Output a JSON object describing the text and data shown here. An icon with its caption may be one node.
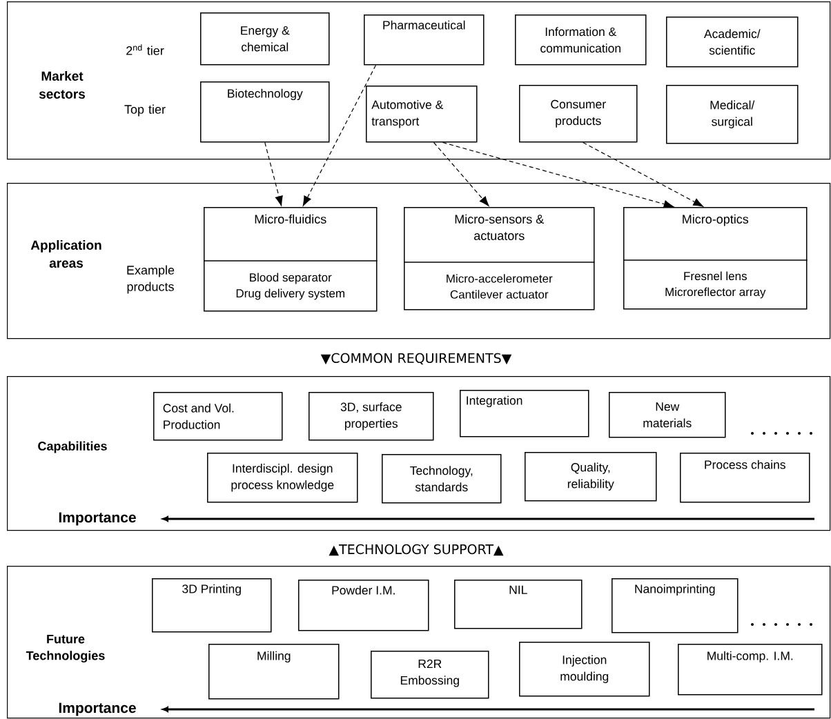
{
  "diagram": {
    "nodes": [
      {
        "text": [
          "Market sectors",
          "2$^{nd}$ tier",
          "Top tier"
        ]
      },
      {
        "text": [
          "Energy & chemical"
        ],
        "in": 0
      },
      {
        "text": [
          "Pharmaceutical"
        ],
        "in": 0
      },
      {
        "text": [
          "Information & communication"
        ],
        "in": 0
      },
      {
        "text": [
          "Academic/ scientific"
        ],
        "in": 0
      },
      {
        "text": [
          "Biotechnology"
        ],
        "in": 0
      },
      {
        "text": [
          "Automotive & transport"
        ],
        "in": 0
      },
      {
        "text": [
          "Consumer products"
        ],
        "in": 0
      },
      {
        "text": [
          "Medical/ surgical"
        ],
        "in": 0
      },
      {
        "text": [
          "Application areas",
          "Example products"
        ]
      },
      {
        "text": [
          "Micro-fluidics",
          "Blood separator",
          "Drug delivery system"
        ],
        "in": 9
      },
      {
        "text": [
          "Micro-sensors & actuators",
          "Micro-accelerometer",
          "Cantilever actuator"
        ],
        "in": 9
      },
      {
        "text": [
          "Micro-optics",
          "Fresnel lens",
          "Microreflector array"
        ],
        "in": 9
      },
      {
        "text": [
          "Capabilities",
          "Importance"
        ]
      },
      {
        "text": [
          "Cost and Vol. Production"
        ],
        "in": 13
      },
      {
        "text": [
          "3D, surface properties"
        ],
        "in": 13
      },
      {
        "text": [
          "Integration"
        ],
        "in": 13
      },
      {
        "text": [
          "New materials"
        ],
        "in": 13
      },
      {
        "text": [
          "Interdiscipl. design process knowledge"
        ],
        "in": 13
      },
      {
        "text": [
          "Technology, standards"
        ],
        "in": 13
      },
      {
        "text": [
          "Quality, reliability"
        ],
        "in": 13
      },
      {
        "text": [
          "Process chains"
        ],
        "in": 13
      },
      {
        "text": [
          "Future Technologies",
          "Importance"
        ]
      },
      {
        "text": [
          "3D Printing"
        ],
        "in": 22
      },
      {
        "text": [
          "Powder I.M."
        ],
        "in": 22
      },
      {
        "text": [
          "NIL"
        ],
        "in": 22
      },
      {
        "text": [
          "Nanoimprinting"
        ],
        "in": 22
      },
      {
        "text": [
          "Milling"
        ],
        "in": 22
      },
      {
        "text": [
          "R2R Embossing"
        ],
        "in": 22
      },
      {
        "text": [
          "Injection moulding"
        ],
        "in": 22
      },
      {
        "text": [
          "Multi-comp. I.M."
        ],
        "in": 22
      }
    ],
    "edges": [
      {
        "from": 5,
        "to": 10,
        "arrow": "to",
        "style": "dashed"
      },
      {
        "from": 2,
        "to": 10,
        "arrow": "to",
        "style": "dashed"
      },
      {
        "from": 6,
        "to": 11,
        "arrow": "to",
        "style": "dashed"
      },
      {
        "from": 6,
        "to": 12,
        "arrow": "to",
        "style": "dashed"
      },
      {
        "from": 7,
        "to": 12,
        "arrow": "to",
        "style": "dashed"
      }
    ],
    "labels": [
      "▼COMMON REQUIREMENTS▼",
      "▲TECHNOLOGY SUPPORT▲"
    ]
  }
}
